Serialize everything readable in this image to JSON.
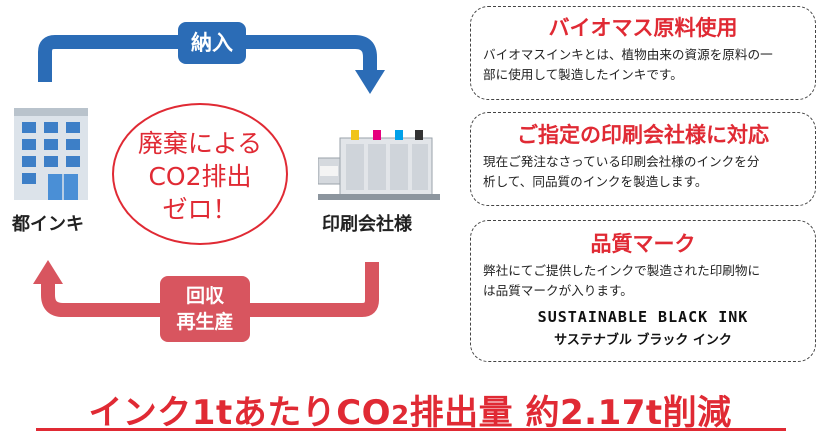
{
  "cycle": {
    "delivery_label": "納入",
    "recycle_label_line1": "回収",
    "recycle_label_line2": "再生産",
    "center_line1": "廃棄による",
    "center_line2": "CO2排出",
    "center_line3": "ゼロ！",
    "left_label": "都インキ",
    "right_label": "印刷会社様",
    "colors": {
      "blue": "#2b6cb6",
      "red": "#d8555f",
      "accent": "#e02a34"
    }
  },
  "features": [
    {
      "title": "バイオマス原料使用",
      "desc_line1": "バイオマスインキとは、植物由来の資源を原料の一",
      "desc_line2": "部に使用して製造したインキです。"
    },
    {
      "title": "ご指定の印刷会社様に対応",
      "desc_line1": "現在ご発注なさっている印刷会社様のインクを分",
      "desc_line2": "析して、同品質のインクを製造します。"
    },
    {
      "title": "品質マーク",
      "desc_line1": "弊社にてご提供したインクで製造された印刷物に",
      "desc_line2": "は品質マークが入ります。",
      "mark_en": "SUSTAINABLE BLACK INK",
      "mark_jp": "サステナブル ブラック インク"
    }
  ],
  "headline": {
    "part1": "インク1tあたりCO",
    "sub": "2",
    "part2": "排出量 約",
    "number": "2.17",
    "part3": "t削減"
  }
}
